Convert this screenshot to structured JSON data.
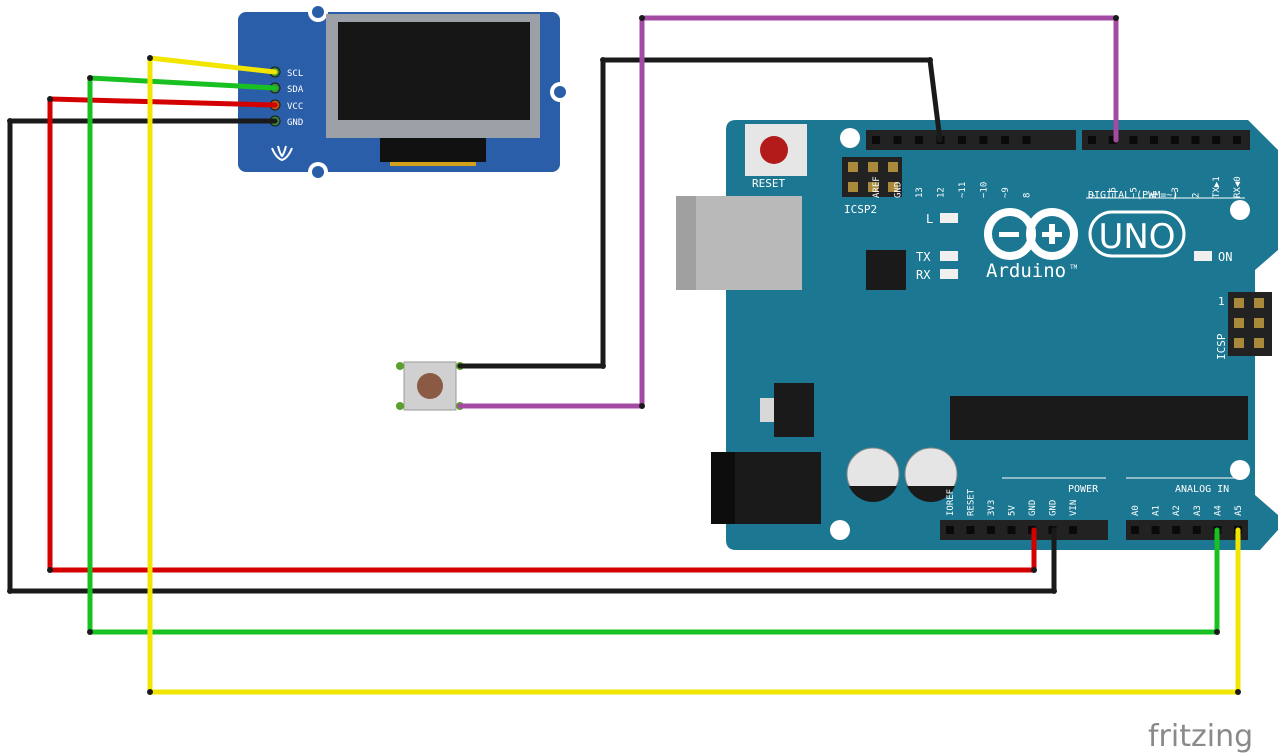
{
  "oled": {
    "pins": [
      "SCL",
      "SDA",
      "VCC",
      "GND"
    ]
  },
  "arduino": {
    "brand": "Arduino",
    "trademark": "TM",
    "model": "UNO",
    "reset_label": "RESET",
    "icsp2_label": "ICSP2",
    "icsp_label": "ICSP",
    "icsp_pin1": "1",
    "led_labels": {
      "l": "L",
      "tx": "TX",
      "rx": "RX",
      "on": "ON"
    },
    "digital_title": "DIGITAL (PWM=~)",
    "digital_pins": [
      "AREF",
      "GND",
      "13",
      "12",
      "~11",
      "~10",
      "~9",
      "8",
      "7",
      "~6",
      "~5",
      "4",
      "~3",
      "2",
      "TX▶1",
      "RX◀0"
    ],
    "power_title": "POWER",
    "power_pins": [
      "IOREF",
      "RESET",
      "3V3",
      "5V",
      "GND",
      "GND",
      "VIN"
    ],
    "analog_title": "ANALOG IN",
    "analog_pins": [
      "A0",
      "A1",
      "A2",
      "A3",
      "A4",
      "A5"
    ]
  },
  "wires": {
    "colors": {
      "yellow": "#f2e600",
      "green": "#18c021",
      "red": "#d40000",
      "black": "#1a1a1a",
      "purple": "#a34aa3"
    }
  },
  "board_colors": {
    "arduino": "#1b7792",
    "oled": "#2a5ea8"
  },
  "watermark": "fritzing"
}
